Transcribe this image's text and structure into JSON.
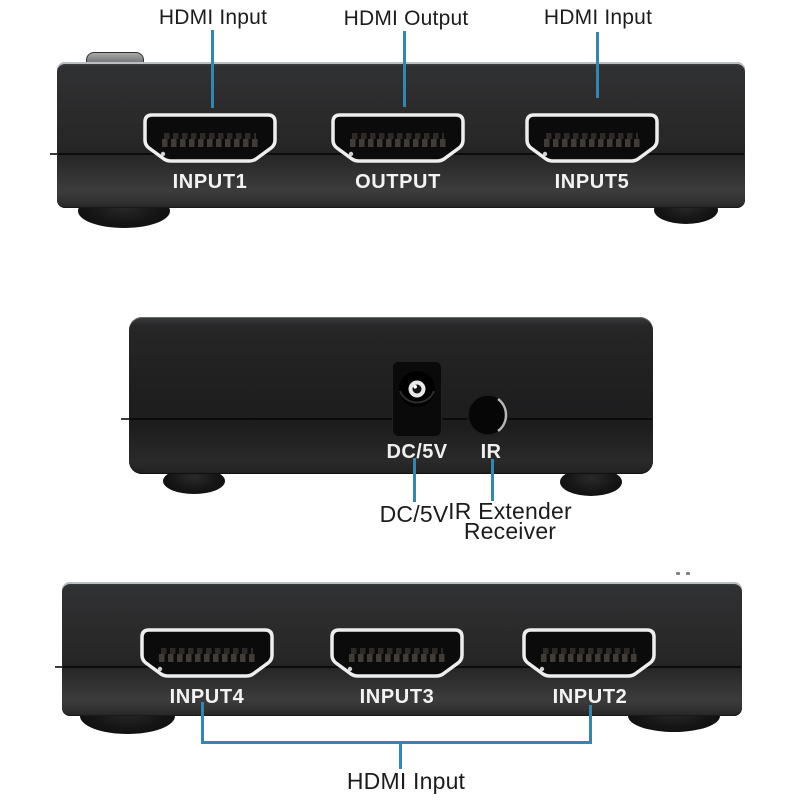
{
  "colors": {
    "background": "#ffffff",
    "leader_line": "#3486ae",
    "annotation_text": "#1c1c1c",
    "device_body": "#272727",
    "device_back_body": "#1e1e1e",
    "port_outline": "#eeeeee",
    "on_device_label": "#f3f3f3"
  },
  "top_view": {
    "annotations": [
      {
        "label": "HDMI Input"
      },
      {
        "label": "HDMI Output"
      },
      {
        "label": "HDMI Input"
      }
    ],
    "ports": [
      {
        "label": "INPUT1"
      },
      {
        "label": "OUTPUT"
      },
      {
        "label": "INPUT5"
      }
    ]
  },
  "back_view": {
    "jack_labels": [
      {
        "label": "DC/5V"
      },
      {
        "label": "IR"
      }
    ],
    "annotations": [
      {
        "label": "DC/5V"
      },
      {
        "label": "IR Extender Receiver"
      }
    ]
  },
  "bottom_view": {
    "ports": [
      {
        "label": "INPUT4"
      },
      {
        "label": "INPUT3"
      },
      {
        "label": "INPUT2"
      }
    ],
    "annotation": {
      "label": "HDMI Input"
    }
  }
}
